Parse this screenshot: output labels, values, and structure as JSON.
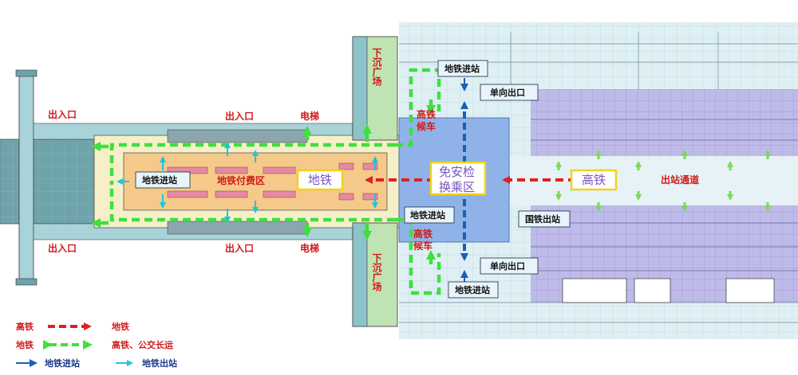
{
  "labels": {
    "entrance_exit_top_left": "出入口",
    "entrance_exit_bottom_left": "出入口",
    "entrance_exit_top_mid": "出入口",
    "entrance_exit_bottom_mid": "出入口",
    "elevator_top": "电梯",
    "elevator_bottom": "电梯",
    "metro_entry_left": "地铁进站",
    "metro_paid_area": "地铁付费区",
    "metro_box": "地铁",
    "sunken_plaza_top": "下沉广场",
    "sunken_plaza_bottom": "下沉广场",
    "hsr_waiting_top": "高铁候车",
    "hsr_waiting_bottom": "高铁候车",
    "metro_entry_right_top": "地铁进站",
    "metro_entry_right_mid": "地铁进站",
    "metro_entry_right_bottom": "地铁进站",
    "one_way_exit_top": "单向出口",
    "one_way_exit_bottom": "单向出口",
    "transfer_zone_line1": "免安检",
    "transfer_zone_line2": "换乘区",
    "national_rail_exit": "国铁出站",
    "hsr_box": "高铁",
    "exit_passage": "出站通道"
  },
  "legend": [
    {
      "from": "高铁",
      "to": "地铁",
      "style": "red-dashed-arrow"
    },
    {
      "from": "地铁",
      "to": "高铁、公交长运",
      "style": "green-dashed-double-arrow"
    },
    {
      "label": "地铁进站",
      "style": "blue-arrow"
    },
    {
      "label": "地铁出站",
      "style": "cyan-arrow"
    }
  ],
  "colors": {
    "red_flow": "#e02020",
    "green_flow": "#3ee03e",
    "blue_flow": "#1a5fb8",
    "cyan_flow": "#19c6e0",
    "paid_area": "#f4c98a",
    "transfer_zone": "#8fb3e8",
    "station_hall": "#b9b2e6",
    "yellow_box": "#f2d21a"
  }
}
